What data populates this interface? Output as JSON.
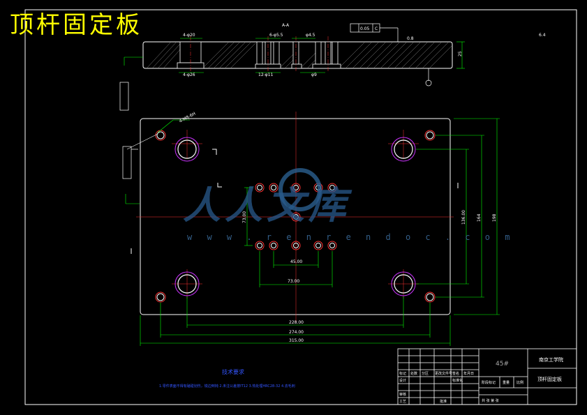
{
  "title": "顶杆固定板",
  "watermark": {
    "text": "人人文库",
    "url": "w w w . r e n r e n d o c . c o m"
  },
  "material": "45#",
  "school": "南京工学院",
  "part_name": "顶杆固定板",
  "notes": {
    "title": "技术要求",
    "text": "1.零件表面不得有磕碰划伤，锐边倒钝 2.未注公差按IT12 3.热处理HRC28-32 4.去毛刺"
  },
  "dimensions": {
    "overall_length": "315.00",
    "length_2": "274.00",
    "length_3": "228.00",
    "hole_spacing_1": "73.00",
    "hole_spacing_2": "45.00",
    "height_1": "198",
    "height_2": "164",
    "height_3": "136.00",
    "height_4": "73.00",
    "thickness": "25",
    "counterbore": "4-φ20",
    "counterbore_2": "4-φ26",
    "small_holes": "6-φ5.5",
    "small_holes_2": "12-φ11",
    "hole_d": "φ4.5",
    "hole_d2": "φ9",
    "corner_holes": "4-M8-6H",
    "section": "A-A",
    "parallel_tol": "0.05",
    "datum": "C",
    "roughness": "0.8",
    "roughness_2": "6.4"
  },
  "title_block": {
    "labels": [
      "标记",
      "处数",
      "分区",
      "更改文件号",
      "签名",
      "年月日",
      "设计",
      "标准化",
      "阶段标记",
      "重量",
      "比例",
      "审核",
      "工艺",
      "批准"
    ],
    "sheet": "共 张 第 张"
  }
}
